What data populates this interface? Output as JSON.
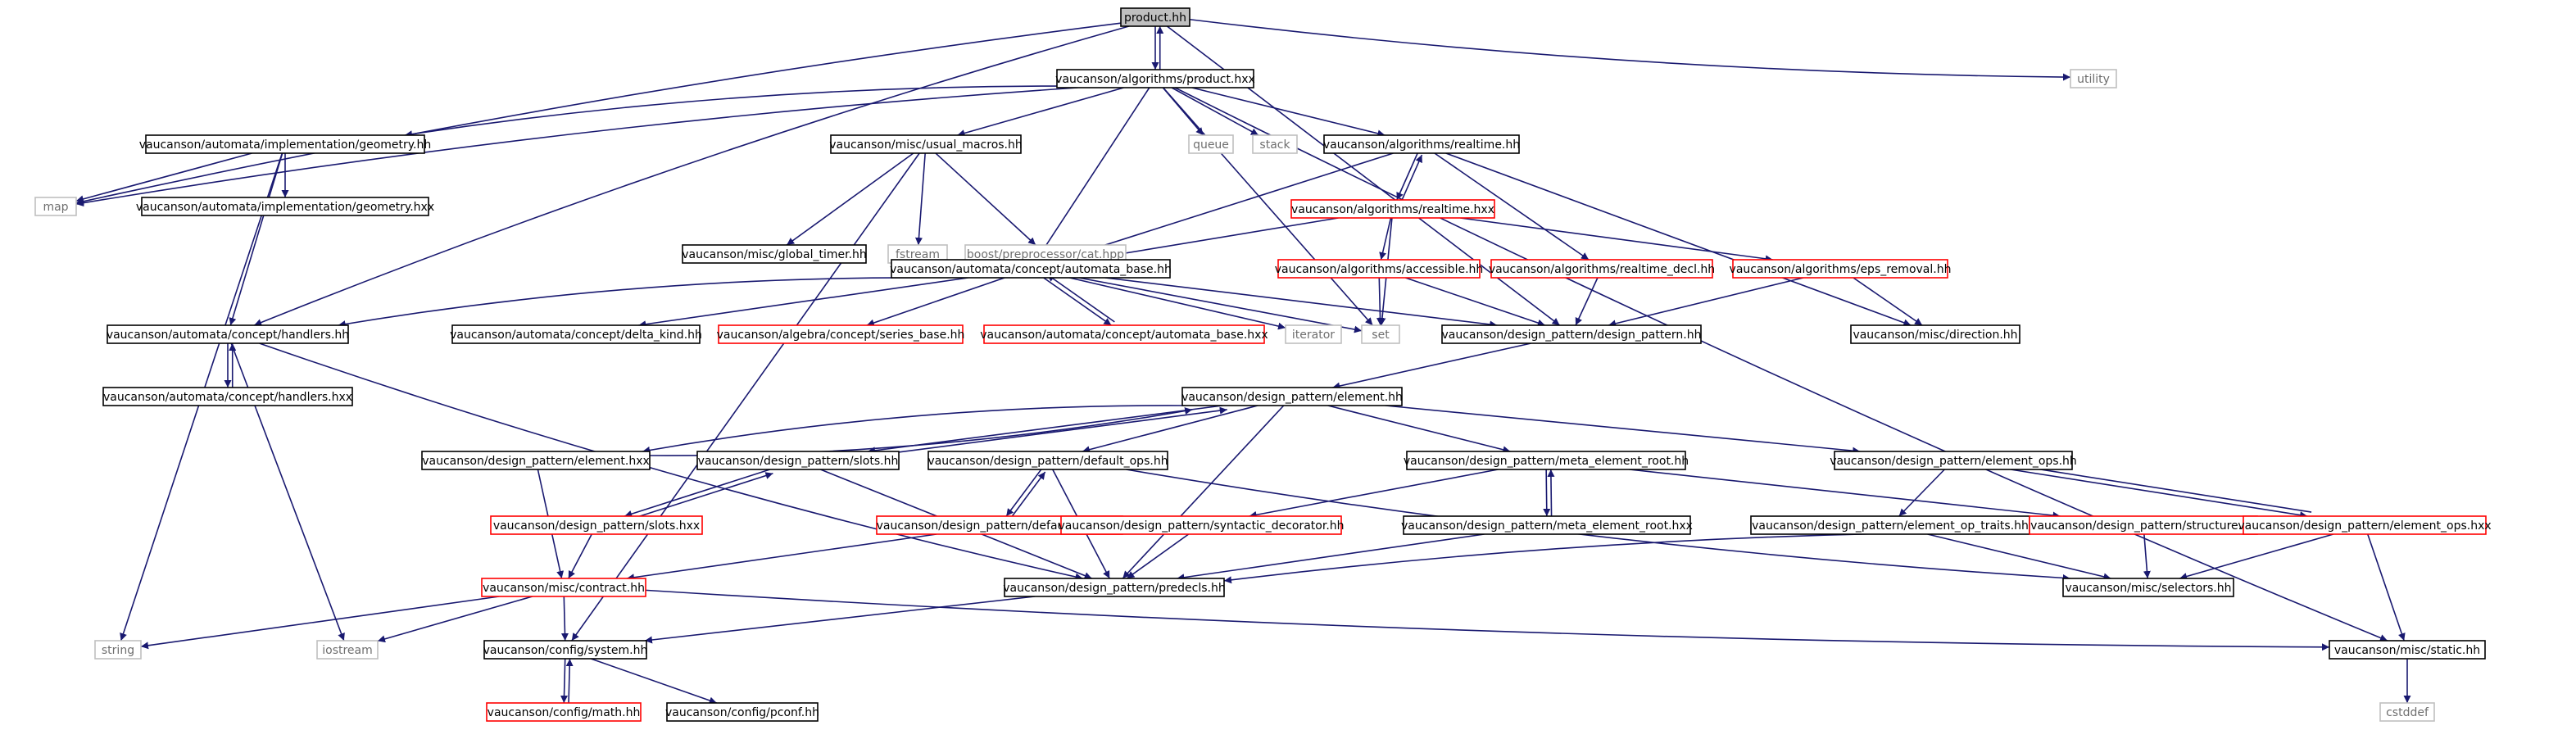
{
  "colors": {
    "edge": "#191970",
    "normal_border": "#000000",
    "missing_border": "#ff0000",
    "external_border": "#bfbfbf",
    "root_fill": "#bfbfbf",
    "text": "#000000",
    "external_text": "#6e6e6e"
  },
  "nodes": [
    {
      "id": "product_hh",
      "label": "product.hh",
      "style": "root"
    },
    {
      "id": "product_hxx",
      "label": "vaucanson/algorithms/product.hxx",
      "style": "normal"
    },
    {
      "id": "utility",
      "label": "utility",
      "style": "external"
    },
    {
      "id": "geometry_hh",
      "label": "vaucanson/automata/implementation/geometry.hh",
      "style": "normal"
    },
    {
      "id": "usual_macros",
      "label": "vaucanson/misc/usual_macros.hh",
      "style": "normal"
    },
    {
      "id": "queue",
      "label": "queue",
      "style": "external"
    },
    {
      "id": "stack",
      "label": "stack",
      "style": "external"
    },
    {
      "id": "realtime_hh",
      "label": "vaucanson/algorithms/realtime.hh",
      "style": "normal"
    },
    {
      "id": "map",
      "label": "map",
      "style": "external"
    },
    {
      "id": "geometry_hxx",
      "label": "vaucanson/automata/implementation/geometry.hxx",
      "style": "normal"
    },
    {
      "id": "global_timer",
      "label": "vaucanson/misc/global_timer.hh",
      "style": "normal"
    },
    {
      "id": "fstream",
      "label": "fstream",
      "style": "external"
    },
    {
      "id": "boost_cat",
      "label": "boost/preprocessor/cat.hpp",
      "style": "external"
    },
    {
      "id": "realtime_hxx",
      "label": "vaucanson/algorithms/realtime.hxx",
      "style": "missing"
    },
    {
      "id": "automata_base_hh",
      "label": "vaucanson/automata/concept/automata_base.hh",
      "style": "normal"
    },
    {
      "id": "accessible",
      "label": "vaucanson/algorithms/accessible.hh",
      "style": "missing"
    },
    {
      "id": "realtime_decl",
      "label": "vaucanson/algorithms/realtime_decl.hh",
      "style": "missing"
    },
    {
      "id": "eps_removal",
      "label": "vaucanson/algorithms/eps_removal.hh",
      "style": "missing"
    },
    {
      "id": "handlers_hh",
      "label": "vaucanson/automata/concept/handlers.hh",
      "style": "normal"
    },
    {
      "id": "delta_kind",
      "label": "vaucanson/automata/concept/delta_kind.hh",
      "style": "normal"
    },
    {
      "id": "series_base",
      "label": "vaucanson/algebra/concept/series_base.hh",
      "style": "missing"
    },
    {
      "id": "automata_base_hxx",
      "label": "vaucanson/automata/concept/automata_base.hxx",
      "style": "missing"
    },
    {
      "id": "iterator",
      "label": "iterator",
      "style": "external"
    },
    {
      "id": "set",
      "label": "set",
      "style": "external"
    },
    {
      "id": "design_pattern_hh",
      "label": "vaucanson/design_pattern/design_pattern.hh",
      "style": "normal"
    },
    {
      "id": "direction",
      "label": "vaucanson/misc/direction.hh",
      "style": "normal"
    },
    {
      "id": "handlers_hxx",
      "label": "vaucanson/automata/concept/handlers.hxx",
      "style": "normal"
    },
    {
      "id": "element_hh",
      "label": "vaucanson/design_pattern/element.hh",
      "style": "normal"
    },
    {
      "id": "element_hxx",
      "label": "vaucanson/design_pattern/element.hxx",
      "style": "normal"
    },
    {
      "id": "slots_hh",
      "label": "vaucanson/design_pattern/slots.hh",
      "style": "normal"
    },
    {
      "id": "default_ops_hh",
      "label": "vaucanson/design_pattern/default_ops.hh",
      "style": "normal"
    },
    {
      "id": "meta_root_hh",
      "label": "vaucanson/design_pattern/meta_element_root.hh",
      "style": "normal"
    },
    {
      "id": "element_ops_hh",
      "label": "vaucanson/design_pattern/element_ops.hh",
      "style": "normal"
    },
    {
      "id": "slots_hxx",
      "label": "vaucanson/design_pattern/slots.hxx",
      "style": "missing"
    },
    {
      "id": "default_ops_hxx",
      "label": "vaucanson/design_pattern/default_ops.hxx",
      "style": "missing"
    },
    {
      "id": "syntactic_decorator",
      "label": "vaucanson/design_pattern/syntactic_decorator.hh",
      "style": "missing"
    },
    {
      "id": "meta_root_hxx",
      "label": "vaucanson/design_pattern/meta_element_root.hxx",
      "style": "normal"
    },
    {
      "id": "element_op_traits",
      "label": "vaucanson/design_pattern/element_op_traits.hh",
      "style": "normal"
    },
    {
      "id": "structure_hh",
      "label": "vaucanson/design_pattern/structure.hh",
      "style": "missing"
    },
    {
      "id": "element_ops_hxx",
      "label": "vaucanson/design_pattern/element_ops.hxx",
      "style": "missing"
    },
    {
      "id": "contract_hh",
      "label": "vaucanson/misc/contract.hh",
      "style": "missing"
    },
    {
      "id": "predecls_hh",
      "label": "vaucanson/design_pattern/predecls.hh",
      "style": "normal"
    },
    {
      "id": "selectors_hh",
      "label": "vaucanson/misc/selectors.hh",
      "style": "normal"
    },
    {
      "id": "string",
      "label": "string",
      "style": "external"
    },
    {
      "id": "iostream",
      "label": "iostream",
      "style": "external"
    },
    {
      "id": "system_hh",
      "label": "vaucanson/config/system.hh",
      "style": "normal"
    },
    {
      "id": "static_hh",
      "label": "vaucanson/misc/static.hh",
      "style": "normal"
    },
    {
      "id": "math_hh",
      "label": "vaucanson/config/math.hh",
      "style": "missing"
    },
    {
      "id": "pconf_hh",
      "label": "vaucanson/config/pconf.hh",
      "style": "normal"
    },
    {
      "id": "cstddef",
      "label": "cstddef",
      "style": "external"
    }
  ],
  "edges": [
    [
      "product_hh",
      "product_hxx"
    ],
    [
      "product_hxx",
      "product_hh"
    ],
    [
      "product_hh",
      "utility"
    ],
    [
      "product_hh",
      "map"
    ],
    [
      "product_hh",
      "handlers_hh"
    ],
    [
      "product_hh",
      "design_pattern_hh"
    ],
    [
      "product_hxx",
      "geometry_hh"
    ],
    [
      "product_hxx",
      "usual_macros"
    ],
    [
      "product_hxx",
      "queue"
    ],
    [
      "product_hxx",
      "stack"
    ],
    [
      "product_hxx",
      "realtime_hh"
    ],
    [
      "product_hxx",
      "map"
    ],
    [
      "product_hxx",
      "set"
    ],
    [
      "product_hxx",
      "automata_base_hh"
    ],
    [
      "product_hxx",
      "static_hh"
    ],
    [
      "geometry_hh",
      "map"
    ],
    [
      "geometry_hh",
      "geometry_hxx"
    ],
    [
      "geometry_hh",
      "string"
    ],
    [
      "geometry_hh",
      "handlers_hh"
    ],
    [
      "usual_macros",
      "global_timer"
    ],
    [
      "usual_macros",
      "fstream"
    ],
    [
      "usual_macros",
      "boost_cat"
    ],
    [
      "usual_macros",
      "system_hh"
    ],
    [
      "realtime_hh",
      "realtime_hxx"
    ],
    [
      "realtime_hxx",
      "realtime_hh"
    ],
    [
      "realtime_hh",
      "automata_base_hh"
    ],
    [
      "realtime_hh",
      "realtime_decl"
    ],
    [
      "realtime_hh",
      "direction"
    ],
    [
      "realtime_hxx",
      "automata_base_hh"
    ],
    [
      "realtime_hxx",
      "accessible"
    ],
    [
      "realtime_hxx",
      "eps_removal"
    ],
    [
      "realtime_hxx",
      "set"
    ],
    [
      "accessible",
      "set"
    ],
    [
      "accessible",
      "design_pattern_hh"
    ],
    [
      "realtime_decl",
      "design_pattern_hh"
    ],
    [
      "eps_removal",
      "design_pattern_hh"
    ],
    [
      "eps_removal",
      "direction"
    ],
    [
      "automata_base_hh",
      "handlers_hh"
    ],
    [
      "automata_base_hh",
      "delta_kind"
    ],
    [
      "automata_base_hh",
      "series_base"
    ],
    [
      "automata_base_hh",
      "automata_base_hxx"
    ],
    [
      "automata_base_hxx",
      "automata_base_hh"
    ],
    [
      "automata_base_hh",
      "iterator"
    ],
    [
      "automata_base_hh",
      "set"
    ],
    [
      "automata_base_hh",
      "design_pattern_hh"
    ],
    [
      "handlers_hh",
      "handlers_hxx"
    ],
    [
      "handlers_hxx",
      "handlers_hh"
    ],
    [
      "handlers_hh",
      "iostream"
    ],
    [
      "handlers_hh",
      "predecls_hh"
    ],
    [
      "design_pattern_hh",
      "element_hh"
    ],
    [
      "element_hh",
      "element_hxx"
    ],
    [
      "element_hxx",
      "element_hh"
    ],
    [
      "element_hh",
      "slots_hh"
    ],
    [
      "element_hh",
      "default_ops_hh"
    ],
    [
      "element_hh",
      "meta_root_hh"
    ],
    [
      "element_hh",
      "element_ops_hh"
    ],
    [
      "element_hh",
      "predecls_hh"
    ],
    [
      "element_hxx",
      "contract_hh"
    ],
    [
      "slots_hh",
      "element_hh"
    ],
    [
      "slots_hh",
      "slots_hxx"
    ],
    [
      "slots_hxx",
      "slots_hh"
    ],
    [
      "slots_hh",
      "predecls_hh"
    ],
    [
      "slots_hxx",
      "contract_hh"
    ],
    [
      "default_ops_hh",
      "default_ops_hxx"
    ],
    [
      "default_ops_hxx",
      "default_ops_hh"
    ],
    [
      "default_ops_hh",
      "predecls_hh"
    ],
    [
      "default_ops_hh",
      "selectors_hh"
    ],
    [
      "default_ops_hxx",
      "contract_hh"
    ],
    [
      "meta_root_hh",
      "meta_root_hxx"
    ],
    [
      "meta_root_hxx",
      "meta_root_hh"
    ],
    [
      "meta_root_hh",
      "syntactic_decorator"
    ],
    [
      "meta_root_hh",
      "structure_hh"
    ],
    [
      "syntactic_decorator",
      "predecls_hh"
    ],
    [
      "meta_root_hxx",
      "predecls_hh"
    ],
    [
      "element_ops_hh",
      "element_op_traits"
    ],
    [
      "element_ops_hh",
      "element_ops_hxx"
    ],
    [
      "element_ops_hxx",
      "element_ops_hh"
    ],
    [
      "element_op_traits",
      "selectors_hh"
    ],
    [
      "structure_hh",
      "predecls_hh"
    ],
    [
      "structure_hh",
      "selectors_hh"
    ],
    [
      "element_ops_hxx",
      "selectors_hh"
    ],
    [
      "element_ops_hxx",
      "static_hh"
    ],
    [
      "contract_hh",
      "string"
    ],
    [
      "contract_hh",
      "iostream"
    ],
    [
      "contract_hh",
      "system_hh"
    ],
    [
      "contract_hh",
      "static_hh"
    ],
    [
      "predecls_hh",
      "system_hh"
    ],
    [
      "system_hh",
      "math_hh"
    ],
    [
      "math_hh",
      "system_hh"
    ],
    [
      "system_hh",
      "pconf_hh"
    ],
    [
      "static_hh",
      "cstddef"
    ]
  ]
}
